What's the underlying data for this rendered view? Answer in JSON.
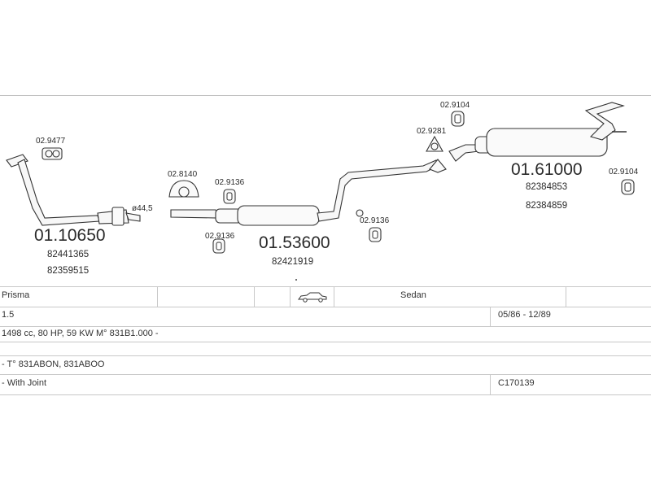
{
  "diagram": {
    "part_numbers": {
      "front_pipe": "01.10650",
      "front_pipe_oem_1": "82441365",
      "front_pipe_oem_2": "82359515",
      "middle_silencer": "01.53600",
      "middle_silencer_oem": "82421919",
      "rear_silencer": "01.61000",
      "rear_silencer_oem_1": "82384853",
      "rear_silencer_oem_2": "82384859",
      "gasket_manifold": "02.9477",
      "clamp": "02.8140",
      "ring_1": "02.9136",
      "ring_2": "02.9136",
      "ring_3": "02.9136",
      "gasket_rear": "02.9281",
      "hanger_top": "02.9104",
      "hanger_right": "02.9104",
      "diameter": "ø44,5"
    }
  },
  "table": {
    "model": "Prisma",
    "body": "Sedan",
    "engine_size": "1.5",
    "years": "05/86 - 12/89",
    "engine_desc": "1498 cc, 80 HP, 59 KW M° 831B1.000 -",
    "type_codes": "- T° 831ABON, 831ABOO",
    "note": "- With Joint",
    "code": "C170139"
  }
}
